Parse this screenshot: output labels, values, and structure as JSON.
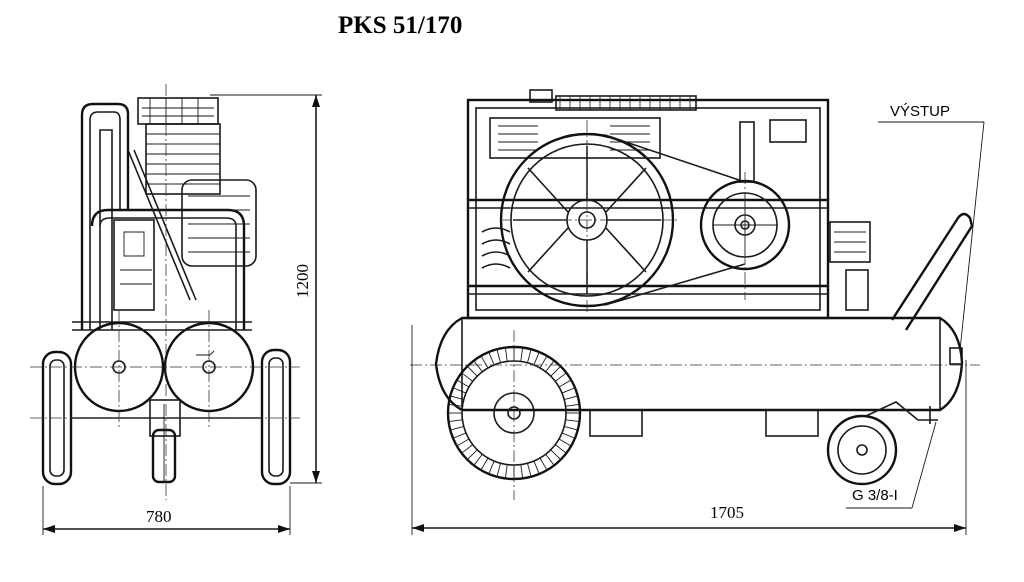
{
  "drawing": {
    "title": "PKS 51/170",
    "dimensions": {
      "height": "1200",
      "width_front": "780",
      "length_side": "1705"
    },
    "labels": {
      "outlet": "VÝSTUP",
      "thread": "G 3/8-I"
    }
  }
}
